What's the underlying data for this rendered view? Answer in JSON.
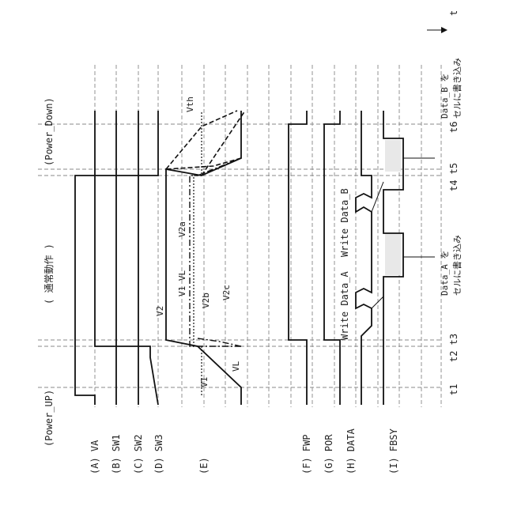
{
  "time_axis_label": "t",
  "phases": {
    "power_up": "(Power_UP)",
    "normal": "( 通常動作 )",
    "power_down": "(Power_Down)"
  },
  "time_markers": [
    "t1",
    "t2 t3",
    "t4 t5",
    "t6"
  ],
  "signal_labels": [
    "(A) VA",
    "(B) SW1",
    "(C) SW2",
    "(D) SW3",
    "(E)",
    "(F) FWP",
    "(G) POR",
    "(H) DATA",
    "(I) FBSY"
  ],
  "voltage_labels": {
    "vth": "Vth",
    "v2": "V2",
    "v1_vl": "V1 VL",
    "v2a": "V2a",
    "v2b": "V2b",
    "v2c": "V2c",
    "v1": "V1",
    "vl": "VL"
  },
  "data_labels": {
    "write_a": "Write Data_A",
    "write_b": "Write Data_B"
  },
  "annotations": {
    "a_line1": "Data_A を",
    "a_line2": "セルに書き込み",
    "b_line1": "Data_B を",
    "b_line2": "セルに書き込み"
  }
}
